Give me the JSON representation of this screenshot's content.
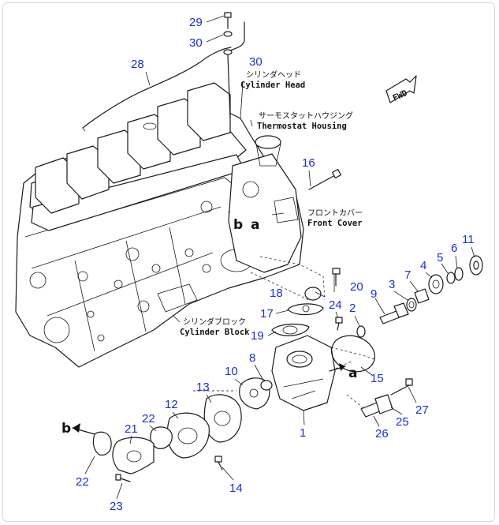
{
  "callouts": [
    "29",
    "30",
    "30",
    "28",
    "16",
    "18",
    "20",
    "17",
    "19",
    "24",
    "2",
    "9",
    "3",
    "7",
    "4",
    "5",
    "6",
    "11",
    "10",
    "8",
    "15",
    "13",
    "12",
    "22",
    "21",
    "1",
    "26",
    "25",
    "27",
    "22",
    "23",
    "14"
  ],
  "labels": {
    "cylinder_head_jp": "シリンダヘッド",
    "cylinder_head_en": "Cylinder Head",
    "thermostat_jp": "サーモスタットハウジング",
    "thermostat_en": "Thermostat Housing",
    "front_cover_jp": "フロントカバー",
    "front_cover_en": "Front Cover",
    "cylinder_block_jp": "シリンダブロック",
    "cylinder_block_en": "Cylinder Block"
  },
  "refs": {
    "b_top": "b",
    "a_top": "a",
    "a_right": "a",
    "b_left": "b"
  },
  "fwd": "FWD"
}
